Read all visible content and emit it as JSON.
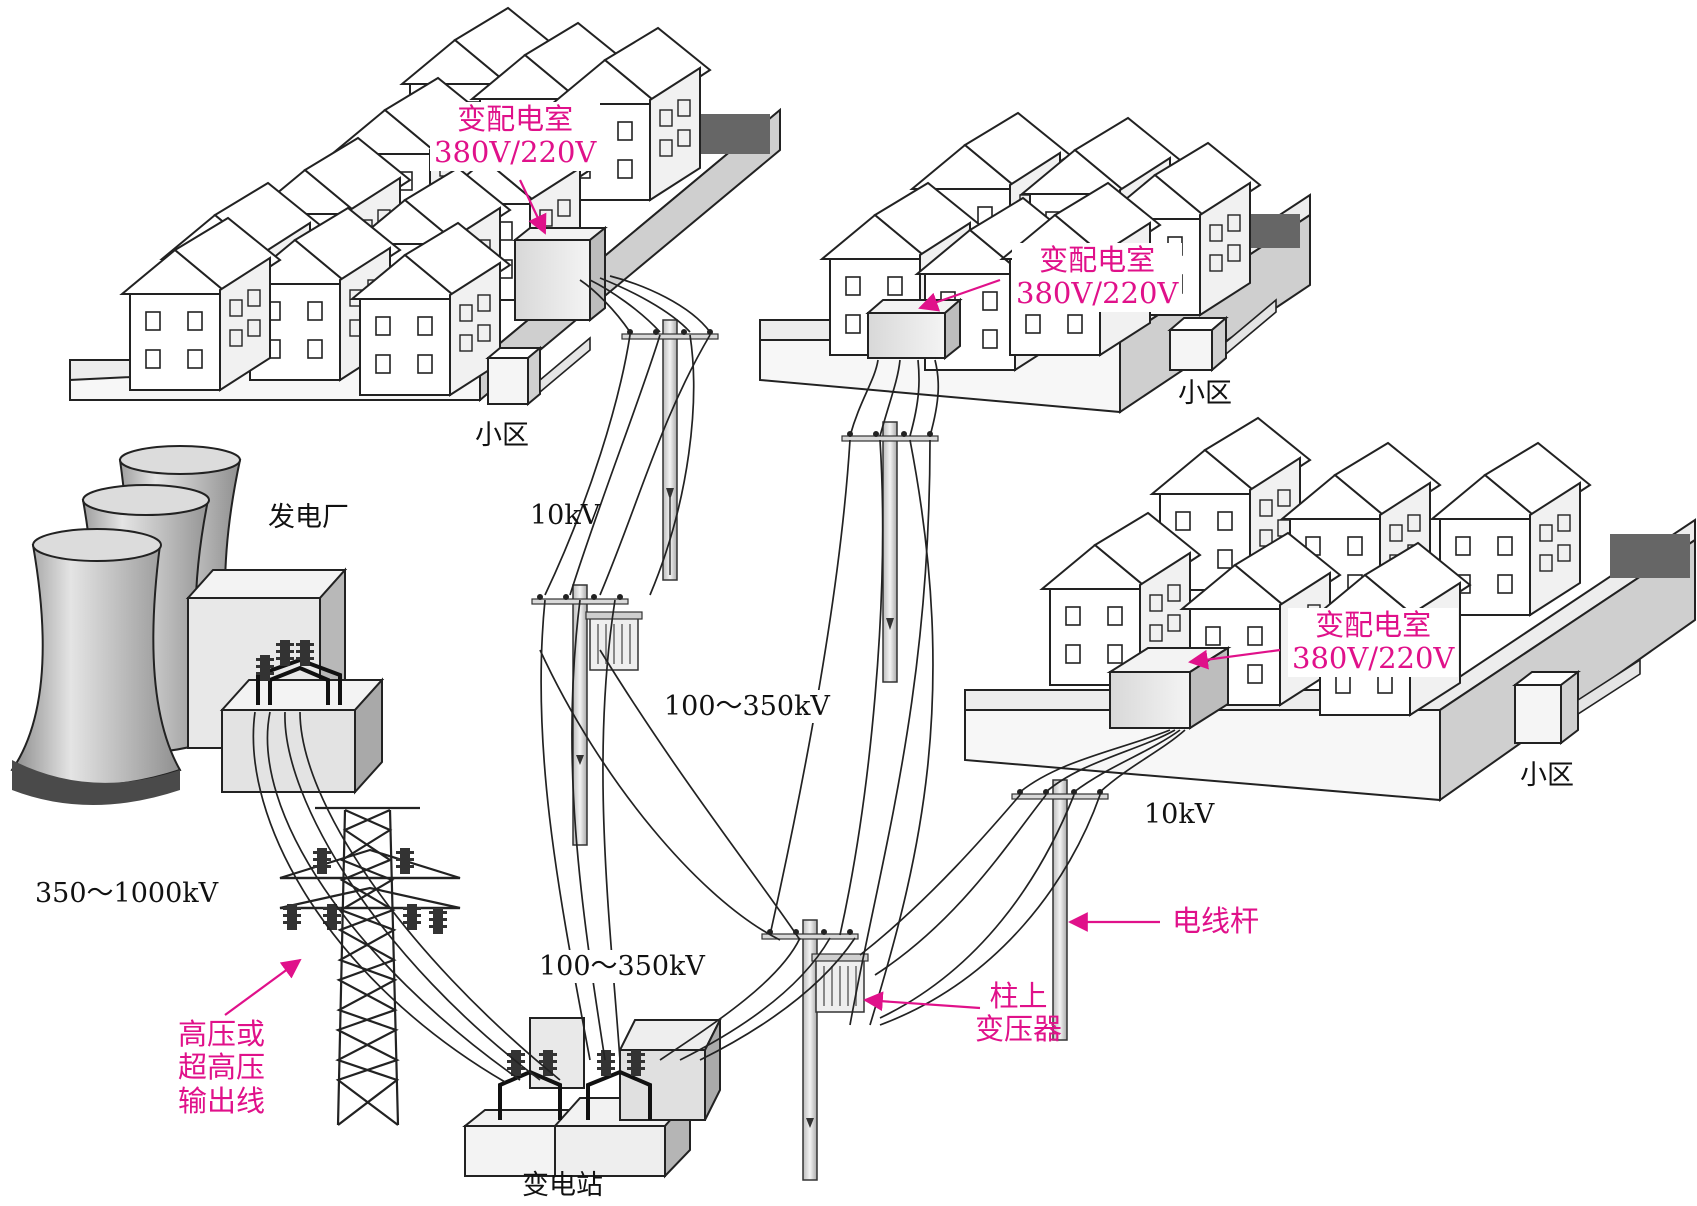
{
  "colors": {
    "label_accent": "#e0118a",
    "outline": "#222222",
    "house_fill": "#ffffff",
    "building_fill": "#eeeeee",
    "tower_fill": "#c9c9c9",
    "tower_shadow": "#555555"
  },
  "icons": [
    "cooling-tower",
    "house",
    "transformer-building",
    "power-pylon",
    "utility-pole",
    "pole-transformer",
    "substation"
  ],
  "labels": {
    "power_plant": "发电厂",
    "hv_output_line_1": "高压或",
    "hv_output_line_2": "超高压",
    "hv_output_line_3": "输出线",
    "voltage_350_1000": "350～1000kV",
    "voltage_100_350_upper": "100～350kV",
    "voltage_100_350_lower": "100～350kV",
    "voltage_10kv_left": "10kV",
    "voltage_10kv_right": "10kV",
    "substation": "变电站",
    "pole_transformer_1": "柱上",
    "pole_transformer_2": "变压器",
    "utility_pole": "电线杆",
    "community_top_left": "小区",
    "community_top_right": "小区",
    "community_right": "小区",
    "distribution_room_1_title": "变配电室",
    "distribution_room_1_voltage": "380V/220V",
    "distribution_room_2_title": "变配电室",
    "distribution_room_2_voltage": "380V/220V",
    "distribution_room_3_title": "变配电室",
    "distribution_room_3_voltage": "380V/220V"
  }
}
